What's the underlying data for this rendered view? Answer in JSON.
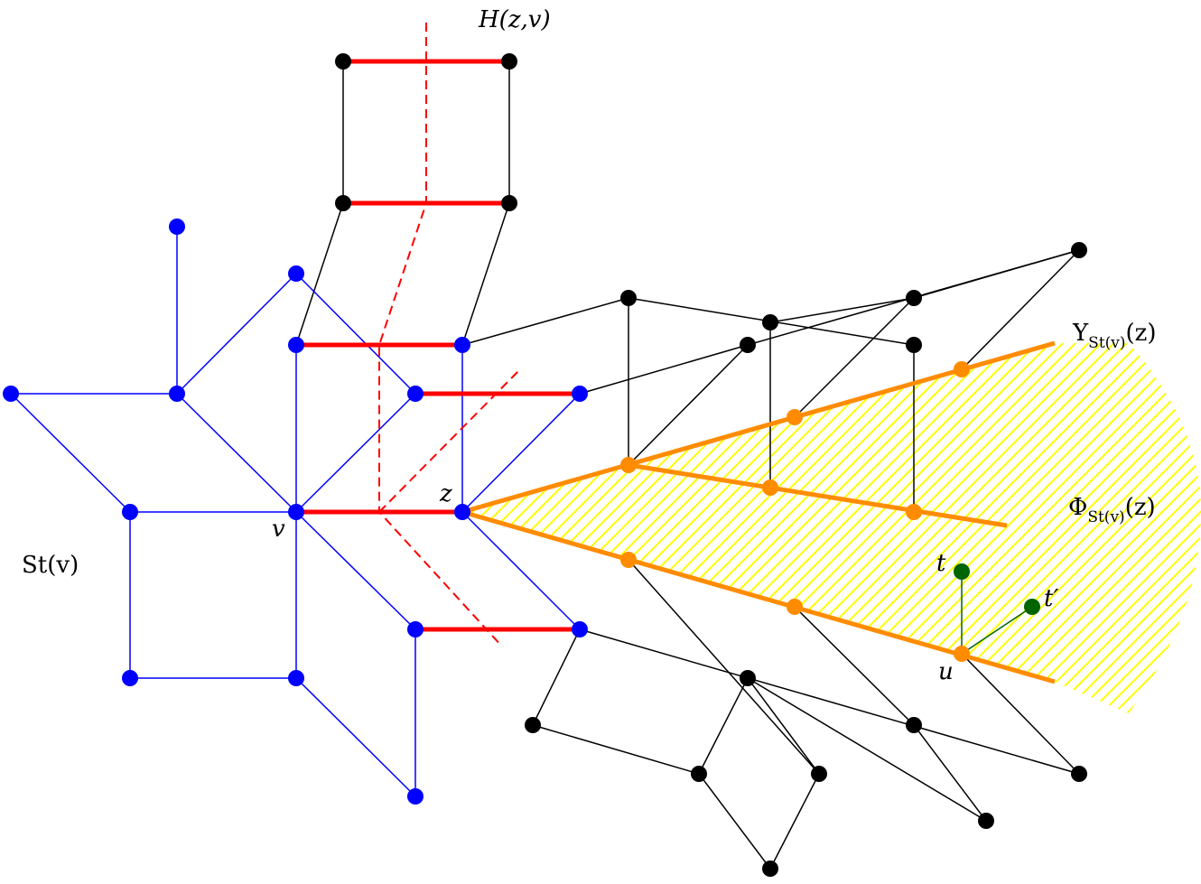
{
  "labels": {
    "hyperplane": "H(z,v)",
    "upsilon": "Υ",
    "upsilon_sub": "St(v)",
    "upsilon_arg": "(z)",
    "phi": "Φ",
    "phi_sub": "St(v)",
    "phi_arg": "(z)",
    "star": "St(v)",
    "v": "v",
    "z": "z",
    "u": "u",
    "t": "t",
    "t_prime": "t′"
  },
  "colors": {
    "star": "#0000ff",
    "graph": "#000000",
    "hyperplane_edges": "#ff0000",
    "sector_border": "#ff8c00",
    "sector_fill": "#ffff00",
    "highlight": "#006400"
  }
}
